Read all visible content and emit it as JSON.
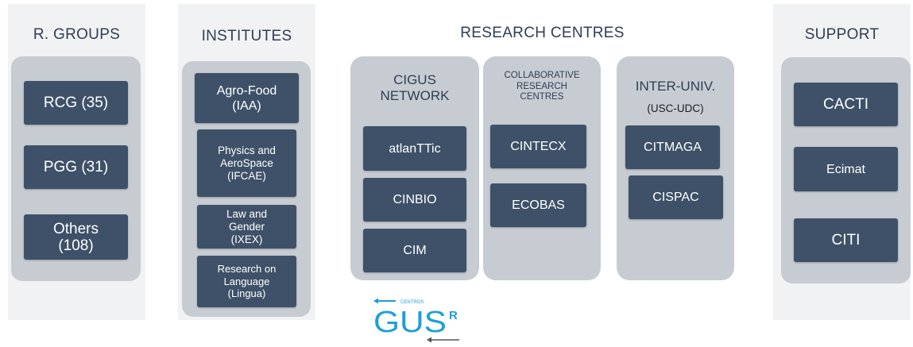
{
  "columns": {
    "groups": {
      "title": "R. GROUPS",
      "items": [
        "RCG (35)",
        "PGG (31)",
        "Others\n(108)"
      ]
    },
    "institutes": {
      "title": "INSTITUTES",
      "items": [
        "Agro-Food\n(IAA)",
        "Physics and\nAeroSpace\n(IFCAE)",
        "Law and\nGender\n(IXEX)",
        "Research on\nLanguage\n(Lingua)"
      ]
    },
    "research_centres": {
      "title": "RESEARCH CENTRES",
      "cigus": {
        "title": "CIGUS\nNETWORK",
        "items": [
          "atlanTTic",
          "CINBIO",
          "CIM"
        ]
      },
      "collaborative": {
        "title": "COLLABORATIVE\nRESEARCH\nCENTRES",
        "items": [
          "CINTECX",
          "ECOBAS"
        ]
      },
      "inter_univ": {
        "title": "INTER-UNIV.",
        "subtitle": "(USC-UDC)",
        "items": [
          "CITMAGA",
          "CISPAC"
        ]
      }
    },
    "support": {
      "title": "SUPPORT",
      "items": [
        "CACTI",
        "Ecimat",
        "CITI"
      ]
    }
  },
  "logo": {
    "small_text": "CENTROS",
    "main_text": "GUS",
    "superscript": "R",
    "color": "#1e9fd6"
  },
  "colors": {
    "box": "#3e5168",
    "panel": "#c7ccd3",
    "column_bg": "#f1f2f4",
    "title": "#2f3e52"
  }
}
